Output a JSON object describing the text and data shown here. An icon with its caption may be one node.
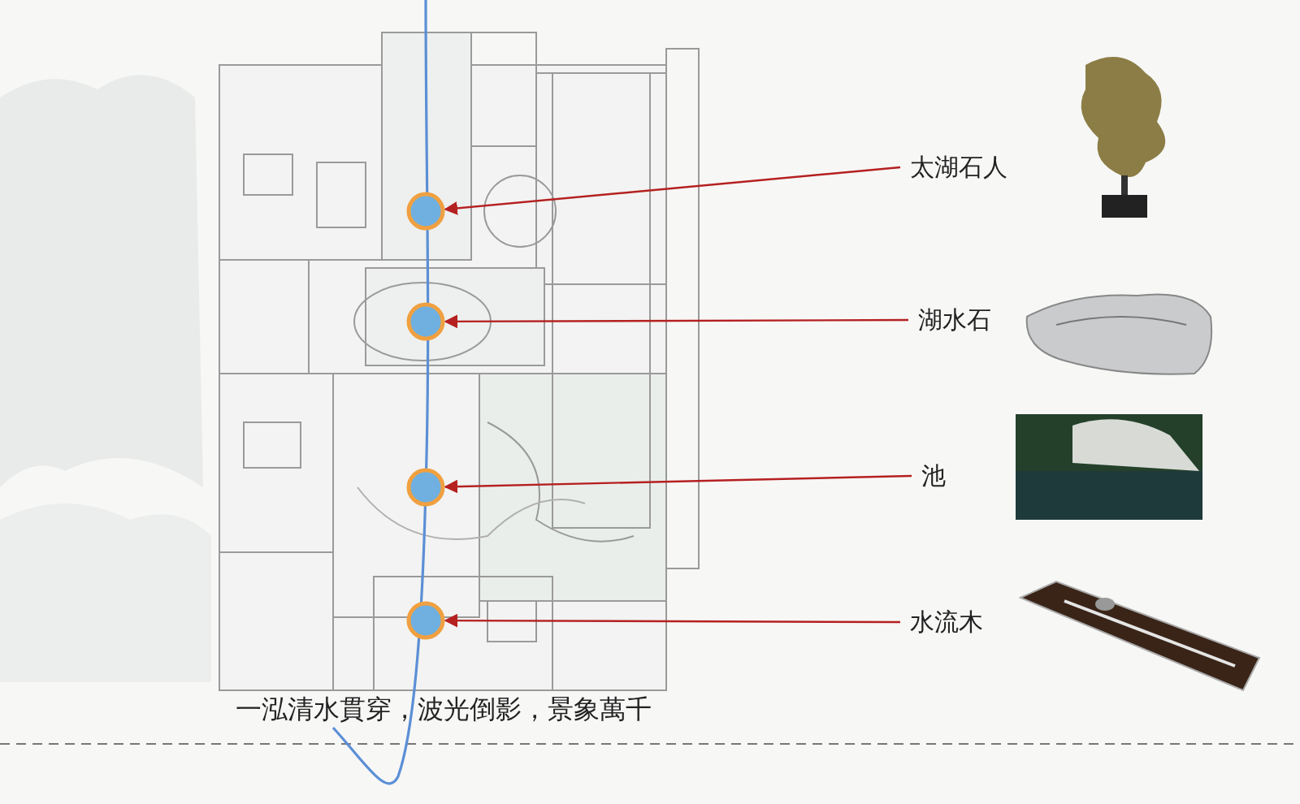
{
  "diagram": {
    "nodes": [
      {
        "text": [
          "太湖石人"
        ]
      },
      {
        "text": [
          "湖水石"
        ]
      },
      {
        "text": [
          "池"
        ]
      },
      {
        "text": [
          "水流木"
        ]
      },
      {
        "text": [],
        "shape": "circle"
      },
      {
        "text": [],
        "shape": "circle"
      },
      {
        "text": [],
        "shape": "circle"
      },
      {
        "text": [],
        "shape": "circle"
      }
    ],
    "edges": [
      {
        "from": 0,
        "to": 4,
        "arrow": "to"
      },
      {
        "from": 1,
        "to": 5,
        "arrow": "to"
      },
      {
        "from": 2,
        "to": 6,
        "arrow": "to"
      },
      {
        "from": 3,
        "to": 7,
        "arrow": "to"
      }
    ],
    "labels": [
      "一泓清水貫穿，波光倒影，景象萬千"
    ]
  }
}
